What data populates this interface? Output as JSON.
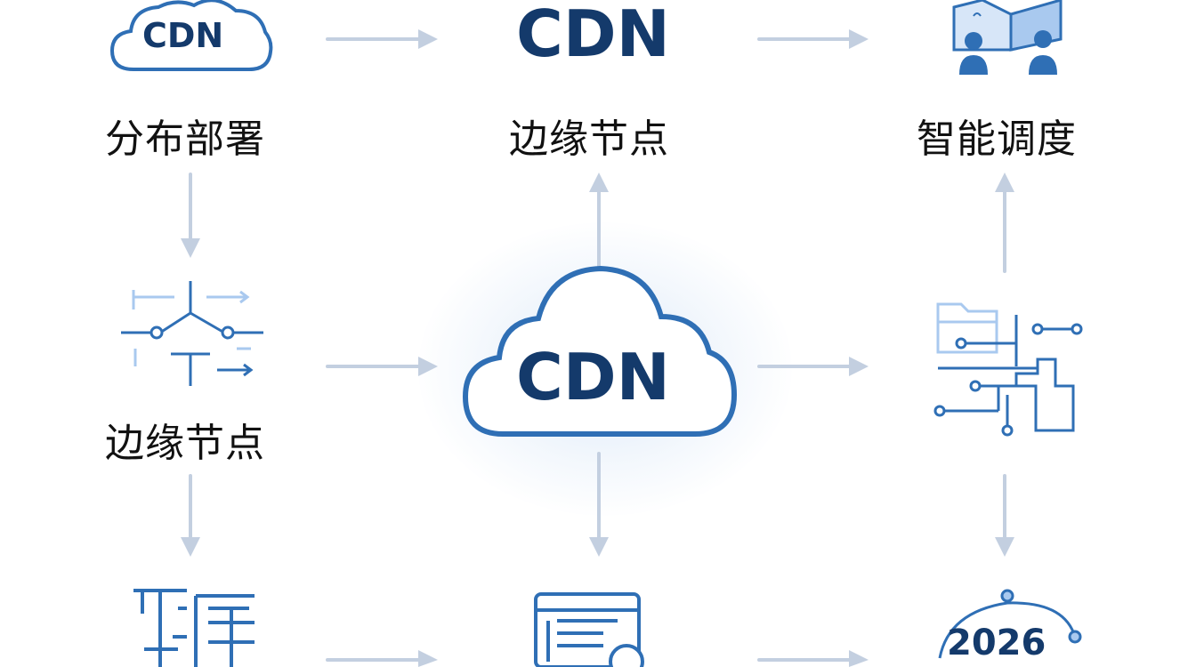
{
  "colors": {
    "navy": "#143a6b",
    "blue": "#2f6fb5",
    "light_blue": "#a9c9ef",
    "arrow": "#c3cfe0"
  },
  "nodes": {
    "top_left": {
      "icon": "cdn-cloud-icon",
      "icon_text": "CDN",
      "label": "分布部署"
    },
    "top_center": {
      "icon_text": "CDN",
      "label": "边缘节点"
    },
    "top_right": {
      "icon": "house-people-icon",
      "label": "智能调度"
    },
    "mid_left": {
      "icon": "network-nodes-icon",
      "label": "边缘节点"
    },
    "center": {
      "icon": "cdn-cloud-icon",
      "icon_text": "CDN"
    },
    "mid_right": {
      "icon": "circuit-folder-icon"
    },
    "bottom_left": {
      "icon": "grid-maze-icon"
    },
    "bottom_center": {
      "icon": "document-magnifier-icon"
    },
    "bottom_right": {
      "icon": "orbit-year-icon",
      "icon_text": "2026"
    }
  }
}
